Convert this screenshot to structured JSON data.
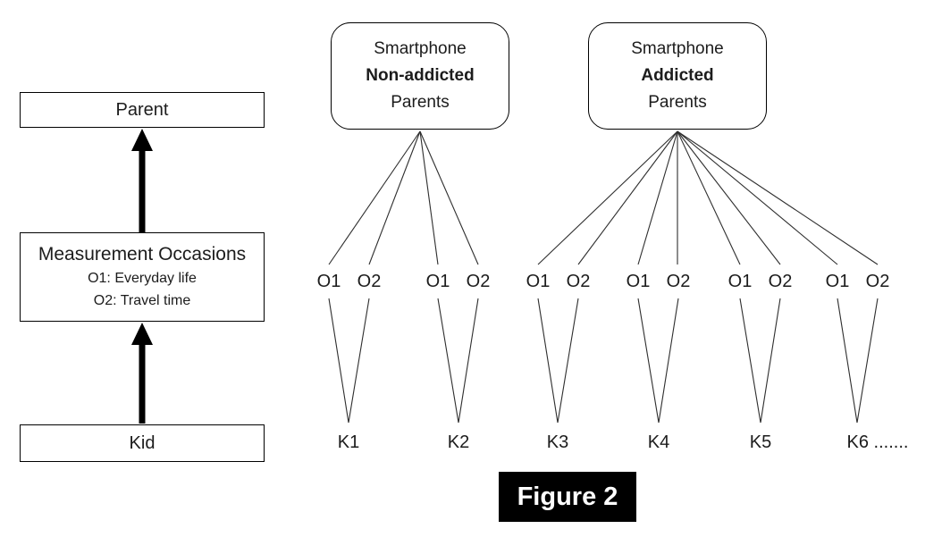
{
  "figure": {
    "caption": "Figure 2"
  },
  "left_panel": {
    "parent_box": "Parent",
    "measurement_box": {
      "title": "Measurement Occasions",
      "items": [
        "O1: Everyday life",
        "O2: Travel time"
      ]
    },
    "kid_box": "Kid"
  },
  "groups": [
    {
      "line1": "Smartphone",
      "line2": "Non-addicted",
      "line3": "Parents"
    },
    {
      "line1": "Smartphone",
      "line2": "Addicted",
      "line3": "Parents"
    }
  ],
  "occasion_pairs": [
    {
      "o1": "O1",
      "o2": "O2"
    },
    {
      "o1": "O1",
      "o2": "O2"
    },
    {
      "o1": "O1",
      "o2": "O2"
    },
    {
      "o1": "O1",
      "o2": "O2"
    },
    {
      "o1": "O1",
      "o2": "O2"
    },
    {
      "o1": "O1",
      "o2": "O2"
    }
  ],
  "kids": [
    "K1",
    "K2",
    "K3",
    "K4",
    "K5",
    "K6 ......."
  ],
  "colors": {
    "line": "#2e2e2e",
    "border": "#000000",
    "arrow": "#000000",
    "caption_bg": "#000000",
    "caption_text": "#ffffff"
  }
}
